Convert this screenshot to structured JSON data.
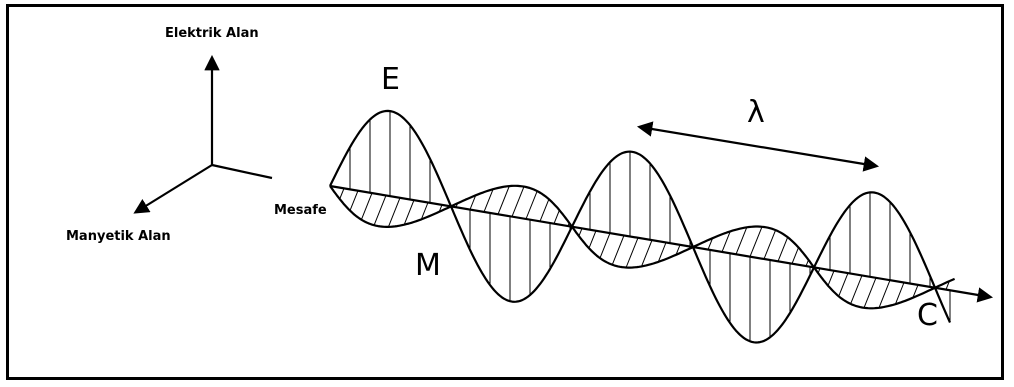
{
  "labels": {
    "electric_field_axis": "Elektrik Alan",
    "magnetic_field_axis": "Manyetik Alan",
    "distance_axis": "Mesafe",
    "electric_wave": "E",
    "magnetic_wave": "M",
    "wavelength": "λ",
    "speed": "C"
  },
  "colors": {
    "line": "#000000",
    "background": "#ffffff"
  },
  "icons": {
    "arrowhead": "arrow-head"
  }
}
